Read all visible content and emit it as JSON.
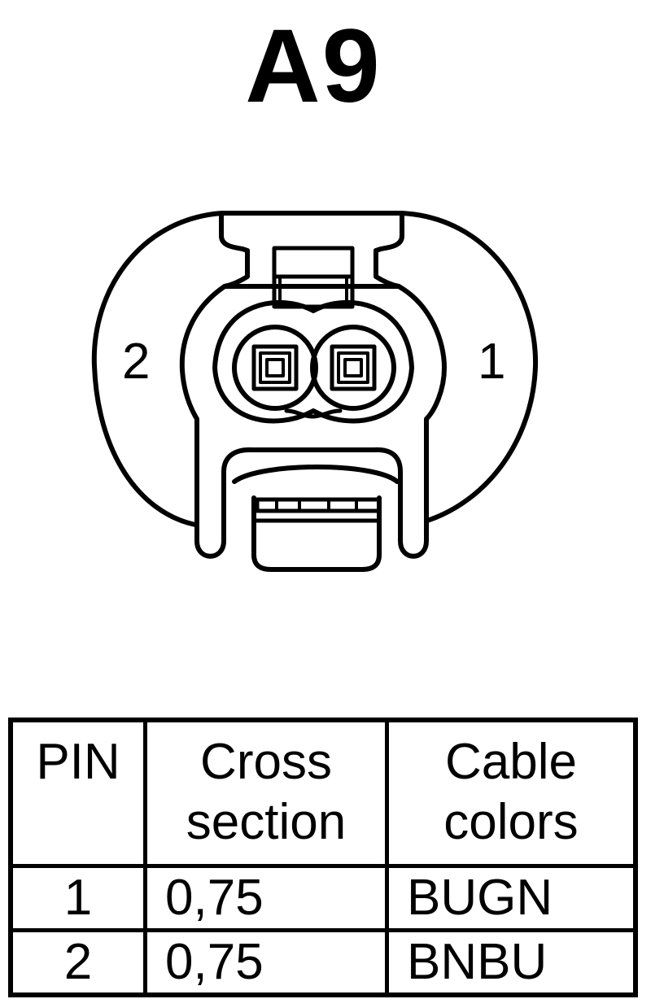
{
  "title": "A9",
  "connector": {
    "pin_labels": [
      {
        "pin": "2"
      },
      {
        "pin": "1"
      }
    ]
  },
  "table": {
    "headers": {
      "pin": "PIN",
      "cross_line1": "Cross",
      "cross_line2": "section",
      "color_line1": "Cable",
      "color_line2": "colors"
    },
    "rows": [
      {
        "pin": "1",
        "cross": "0,75",
        "color": "BUGN"
      },
      {
        "pin": "2",
        "cross": "0,75",
        "color": "BNBU"
      }
    ]
  }
}
